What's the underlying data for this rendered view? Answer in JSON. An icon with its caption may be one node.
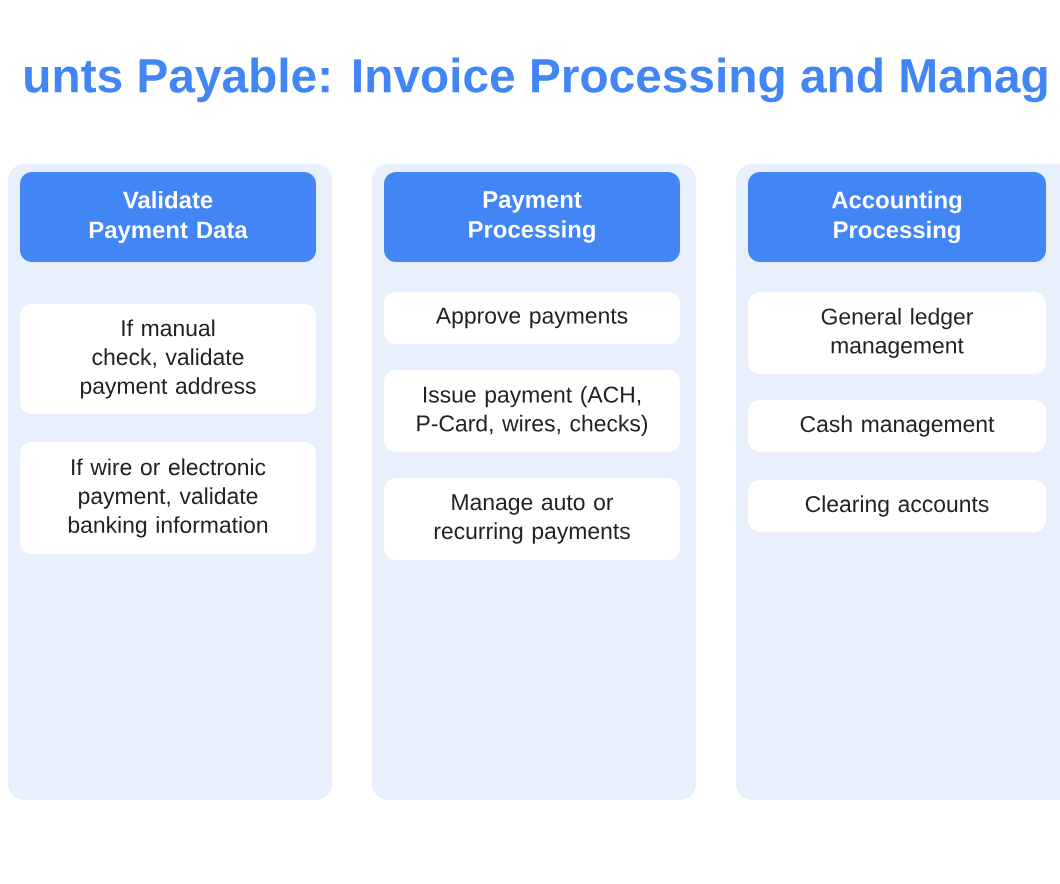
{
  "diagram": {
    "title": "unts Payable: Invoice Processing and Manag",
    "nodes": [
      {
        "text": [],
        "shape": "box"
      },
      {
        "text": [
          "Validate Payment Data"
        ],
        "in": 0
      },
      {
        "text": [
          "If manual check, validate payment address"
        ],
        "in": 0
      },
      {
        "text": [
          "If wire or electronic payment, validate banking information"
        ],
        "in": 0
      },
      {
        "text": [],
        "shape": "box"
      },
      {
        "text": [
          "Payment Processing"
        ],
        "in": 4
      },
      {
        "text": [
          "Approve payments"
        ],
        "in": 4
      },
      {
        "text": [
          "Issue payment (ACH, P-Card, wires, checks)"
        ],
        "in": 4
      },
      {
        "text": [
          "Manage auto or recurring payments"
        ],
        "in": 4
      },
      {
        "text": [],
        "shape": "box"
      },
      {
        "text": [
          "Accounting Processing"
        ],
        "in": 9
      },
      {
        "text": [
          "General ledger management"
        ],
        "in": 9
      },
      {
        "text": [
          "Cash management"
        ],
        "in": 9
      },
      {
        "text": [
          "Clearing accounts"
        ],
        "in": 9
      }
    ]
  }
}
